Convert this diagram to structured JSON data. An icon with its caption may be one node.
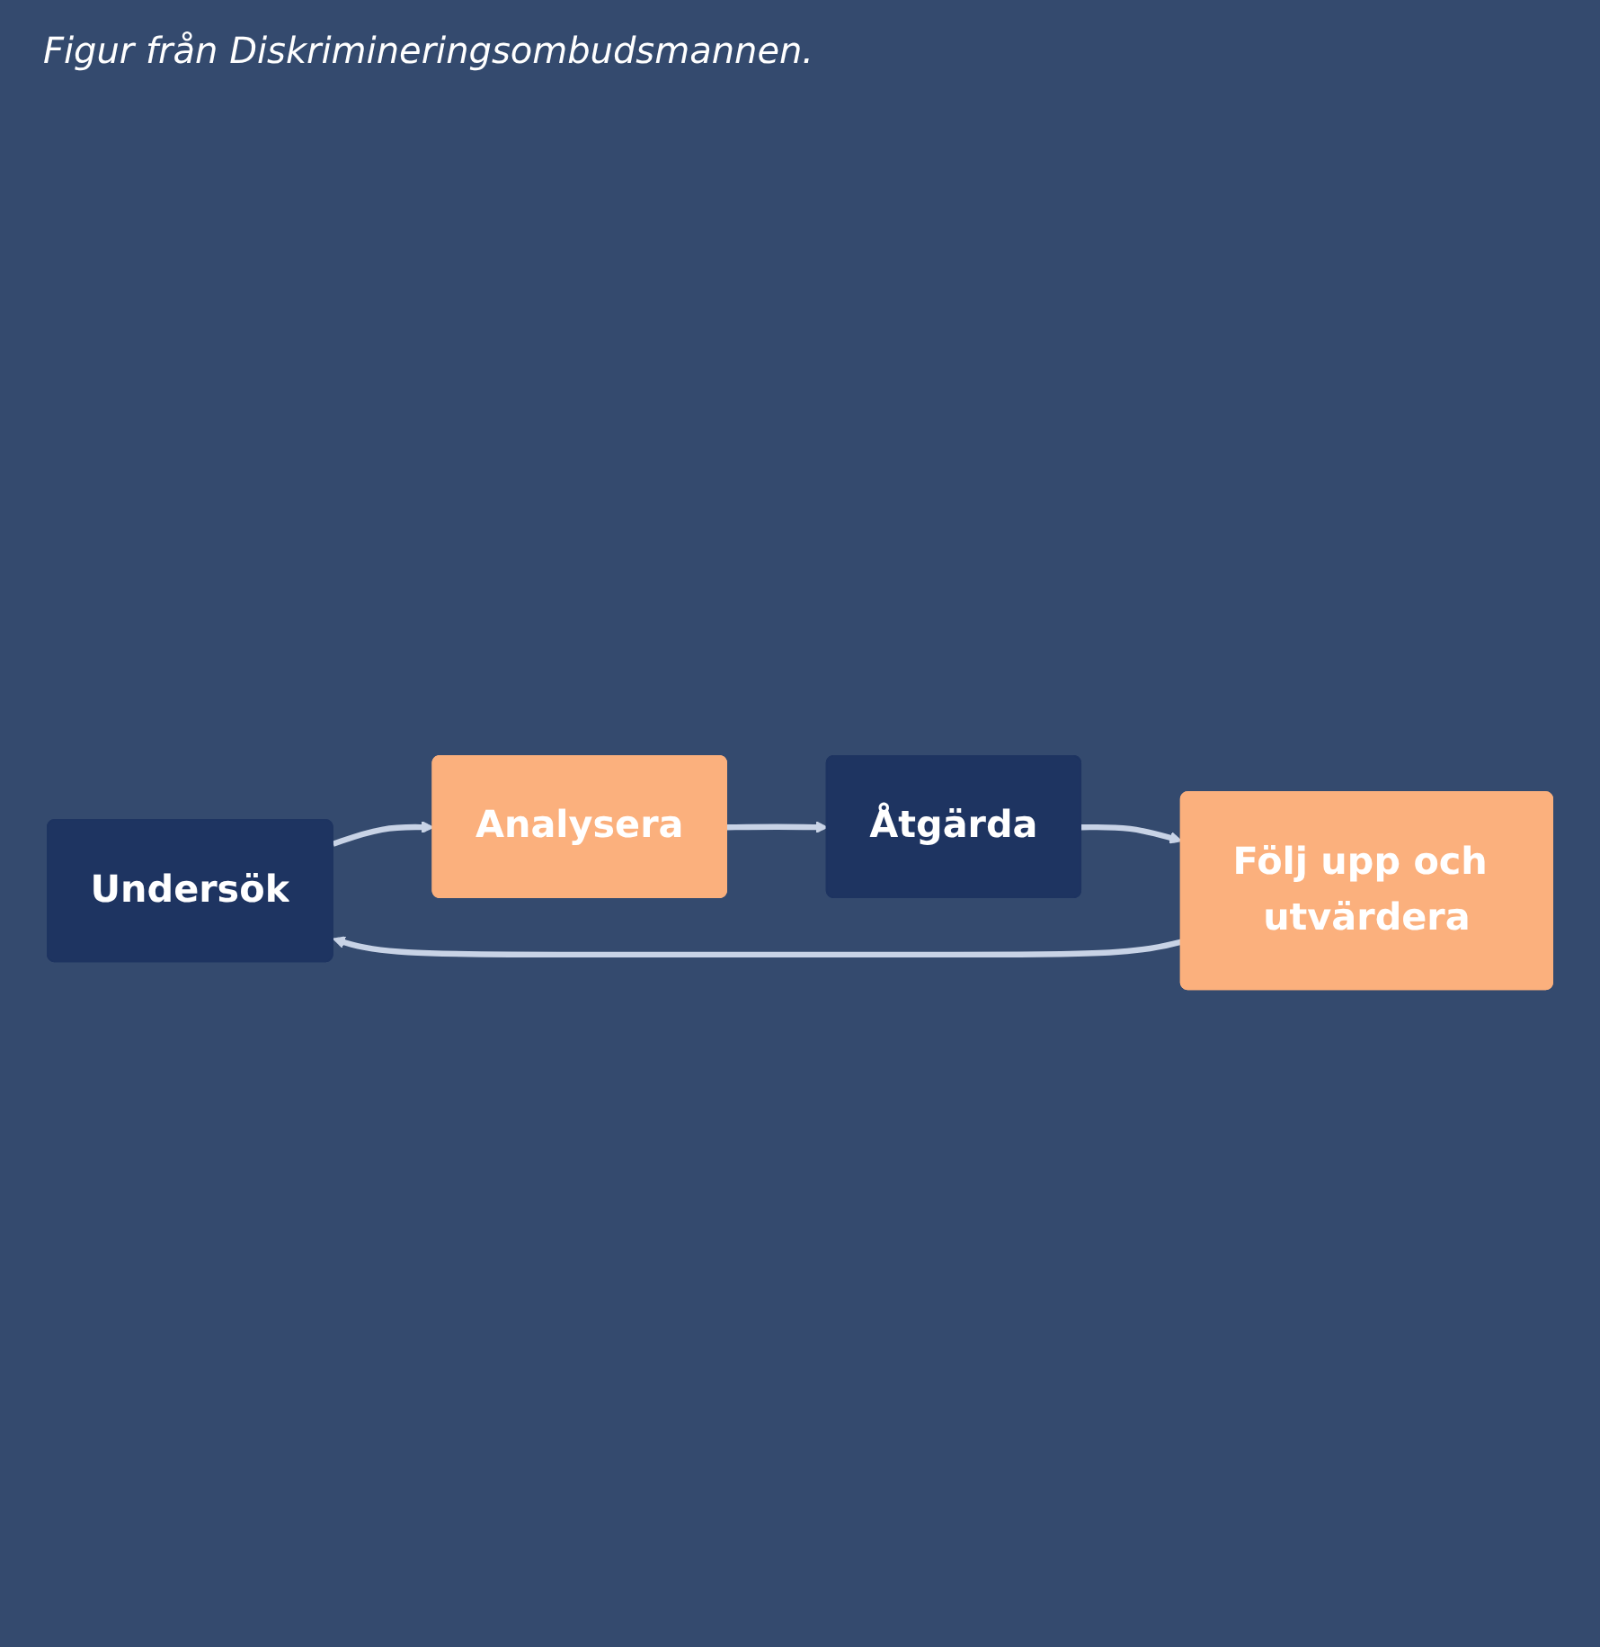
{
  "diagram": {
    "caption": "Figur från Diskrimineringsombudsmannen.",
    "nodes": [
      {
        "text": [
          "Undersök"
        ]
      },
      {
        "text": [
          "Analysera"
        ]
      },
      {
        "text": [
          "Åtgärda"
        ]
      },
      {
        "text": [
          "Följ upp och utvärdera"
        ]
      }
    ],
    "edges": [
      {
        "from": 0,
        "to": 1,
        "arrow": "to"
      },
      {
        "from": 1,
        "to": 2,
        "arrow": "to"
      },
      {
        "from": 2,
        "to": 3,
        "arrow": "to"
      },
      {
        "from": 3,
        "to": 0,
        "arrow": "to"
      }
    ]
  }
}
